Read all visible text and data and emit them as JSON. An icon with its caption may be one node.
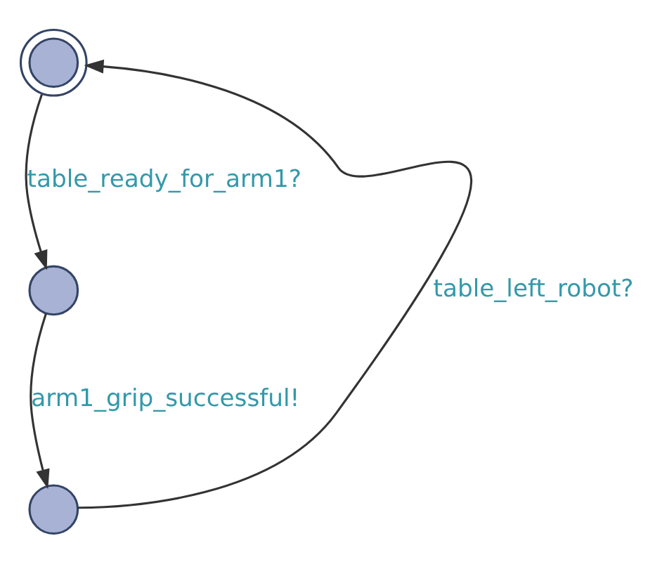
{
  "diagram": {
    "nodes": [
      {
        "text": [],
        "shape": "circle"
      },
      {
        "text": [],
        "shape": "circle"
      },
      {
        "text": [],
        "shape": "circle"
      }
    ],
    "edges": [
      {
        "from": 0,
        "to": 1,
        "arrow": "to",
        "label": "table_ready_for_arm1?"
      },
      {
        "from": 1,
        "to": 2,
        "arrow": "to",
        "label": "arm1_grip_successful!"
      },
      {
        "from": 2,
        "to": 0,
        "arrow": "to",
        "label": "table_left_robot?"
      }
    ]
  }
}
